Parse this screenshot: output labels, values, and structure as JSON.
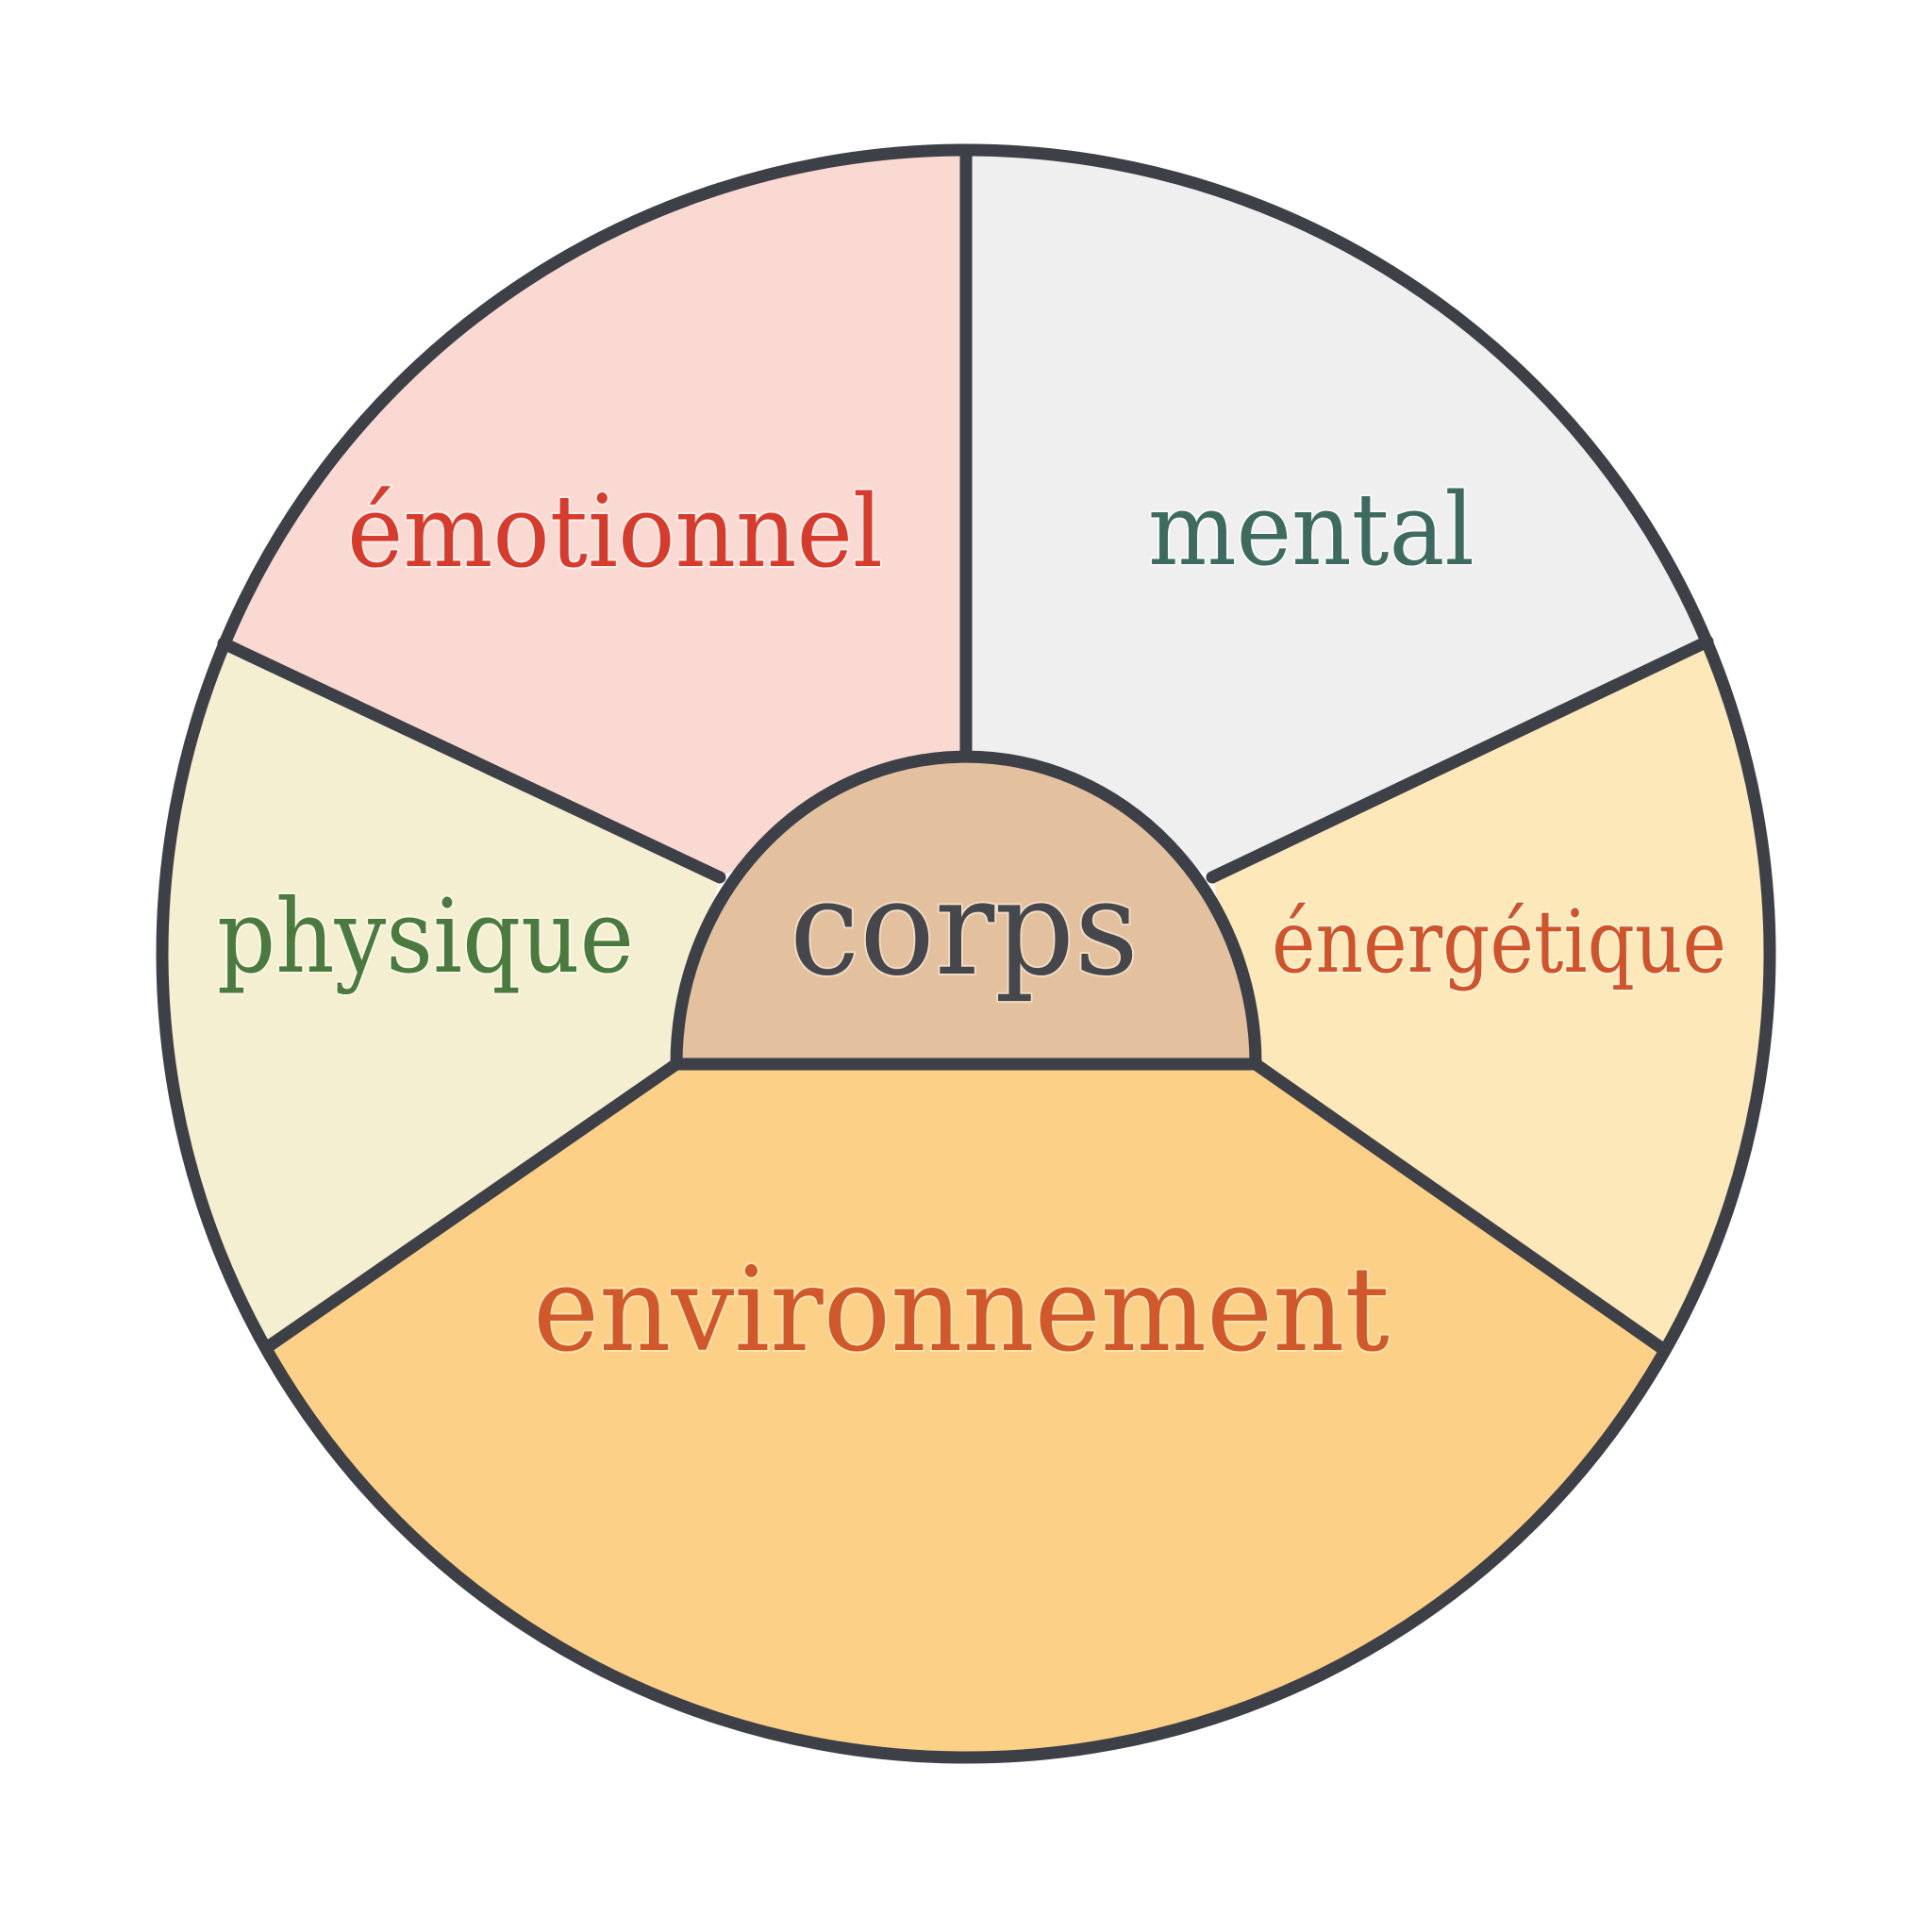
{
  "diagram": {
    "type": "wheel",
    "stroke_color": "#3d4047",
    "center": {
      "label": "corps",
      "text_color": "#45474d",
      "fill": "#e3c19f"
    },
    "segments": [
      {
        "id": "emotionnel",
        "label": "émotionnel",
        "text_color": "#d63b2c",
        "fill": "#fbd9d3"
      },
      {
        "id": "mental",
        "label": "mental",
        "text_color": "#3e6b60",
        "fill": "#efefef"
      },
      {
        "id": "energetique",
        "label": "énergétique",
        "text_color": "#d0532a",
        "fill": "#fce8b8"
      },
      {
        "id": "environnement",
        "label": "environnement",
        "text_color": "#d0582a",
        "fill": "#fdd088"
      },
      {
        "id": "physique",
        "label": "physique",
        "text_color": "#4a7a3e",
        "fill": "#f4efd1"
      }
    ]
  }
}
